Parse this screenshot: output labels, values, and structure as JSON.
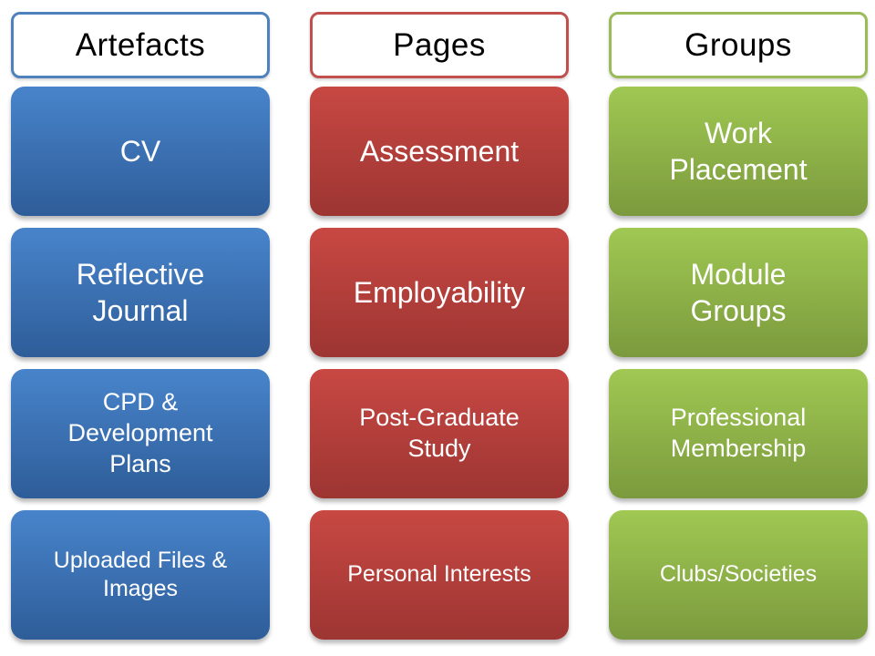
{
  "colors": {
    "page_background": "#FFFFFF",
    "header_background": "#FFFFFF",
    "header_text": "#000000",
    "item_text": "#FFFFFF"
  },
  "columns": [
    {
      "header": "Artefacts",
      "accent": "#4F81BD",
      "grad_top": "#4884CB",
      "grad_bottom": "#2E5D99",
      "items": [
        "CV",
        "Reflective Journal",
        "CPD & Development Plans",
        "Uploaded Files & Images"
      ]
    },
    {
      "header": "Pages",
      "accent": "#C0504D",
      "grad_top": "#C84843",
      "grad_bottom": "#9D3532",
      "items": [
        "Assessment",
        "Employability",
        "Post-Graduate Study",
        "Personal Interests"
      ]
    },
    {
      "header": "Groups",
      "accent": "#9BBB59",
      "grad_top": "#A0C853",
      "grad_bottom": "#7B9A3D",
      "items": [
        "Work Placement",
        "Module Groups",
        "Professional Membership",
        "Clubs/Societies"
      ]
    }
  ]
}
